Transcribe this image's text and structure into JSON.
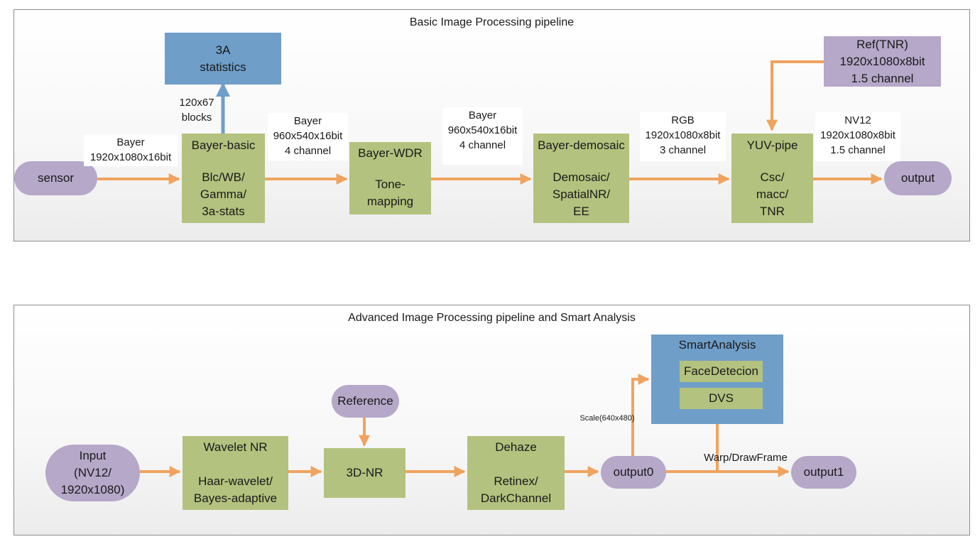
{
  "basic": {
    "title": "Basic Image Processing pipeline",
    "sensor": "sensor",
    "output": "output",
    "stats": {
      "line1": "3A",
      "line2": "statistics"
    },
    "stats_label": {
      "line1": "120x67",
      "line2": "blocks"
    },
    "bayer_basic": {
      "title": "Bayer-basic",
      "l1": "Blc/WB/",
      "l2": "Gamma/",
      "l3": "3a-stats"
    },
    "bayer_wdr": {
      "title": "Bayer-WDR",
      "l1": "Tone-",
      "l2": "mapping"
    },
    "bayer_demosaic": {
      "title": "Bayer-demosaic",
      "l1": "Demosaic/",
      "l2": "SpatialNR/",
      "l3": "EE"
    },
    "yuv_pipe": {
      "title": "YUV-pipe",
      "l1": "Csc/",
      "l2": "macc/",
      "l3": "TNR"
    },
    "ref_tnr": {
      "l1": "Ref(TNR)",
      "l2": "1920x1080x8bit",
      "l3": "1.5 channel"
    },
    "lbl_sensor": {
      "l1": "Bayer",
      "l2": "1920x1080x16bit"
    },
    "lbl_basic": {
      "l1": "Bayer",
      "l2": "960x540x16bit",
      "l3": "4 channel"
    },
    "lbl_wdr": {
      "l1": "Bayer",
      "l2": "960x540x16bit",
      "l3": "4 channel"
    },
    "lbl_demosaic": {
      "l1": "RGB",
      "l2": "1920x1080x8bit",
      "l3": "3 channel"
    },
    "lbl_yuv": {
      "l1": "NV12",
      "l2": "1920x1080x8bit",
      "l3": "1.5 channel"
    }
  },
  "advanced": {
    "title": "Advanced Image Processing pipeline and Smart Analysis",
    "input": {
      "l1": "Input",
      "l2": "(NV12/",
      "l3": "1920x1080)"
    },
    "wavelet": {
      "title": "Wavelet NR",
      "l1": "Haar-wavelet/",
      "l2": "Bayes-adaptive"
    },
    "reference": "Reference",
    "nr3d": "3D-NR",
    "dehaze": {
      "title": "Dehaze",
      "l1": "Retinex/",
      "l2": "DarkChannel"
    },
    "output0": "output0",
    "output1": "output1",
    "smart": {
      "title": "SmartAnalysis",
      "face": "FaceDetecion",
      "dvs": "DVS"
    },
    "scale_label": "Scale(640x480)",
    "warp_label": "Warp/DrawFrame"
  },
  "colors": {
    "arrow": "#f0a35e",
    "stats_arrow": "#6f9ec9",
    "green": "#b3c27e",
    "blue": "#6f9ec9",
    "lavender": "#b6a8c9"
  }
}
